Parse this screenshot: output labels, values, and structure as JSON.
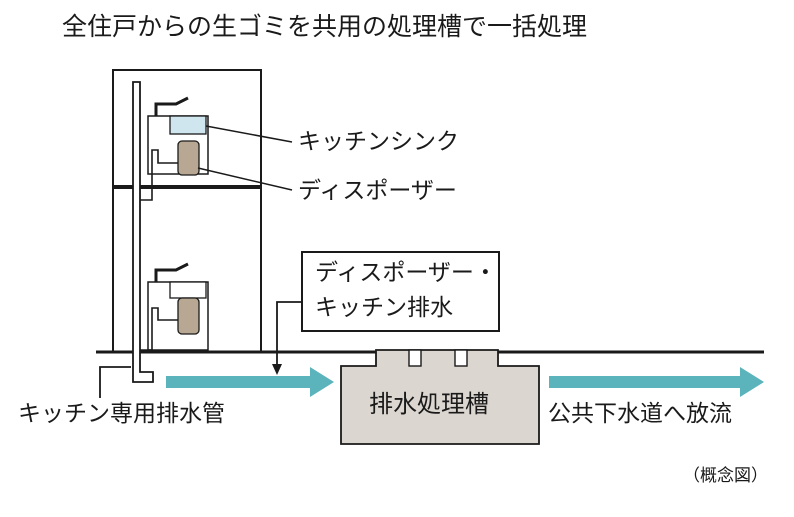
{
  "title": "全住戸からの生ゴミを共用の処理槽で一括処理",
  "labels": {
    "kitchen_sink": "キッチンシンク",
    "disposer": "ディスポーザー",
    "drain_line1": "ディスポーザー・",
    "drain_line2": "キッチン排水",
    "dedicated_pipe": "キッチン専用排水管",
    "treatment_tank": "排水処理槽",
    "public_sewer": "公共下水道へ放流",
    "concept_note": "（概念図）"
  },
  "colors": {
    "flow_arrow": "#5bb3bb",
    "tank_fill": "#dcd6d0",
    "disposer_fill": "#b8a893",
    "sink_water": "#cfe6ee",
    "line": "#1a1a1a"
  }
}
